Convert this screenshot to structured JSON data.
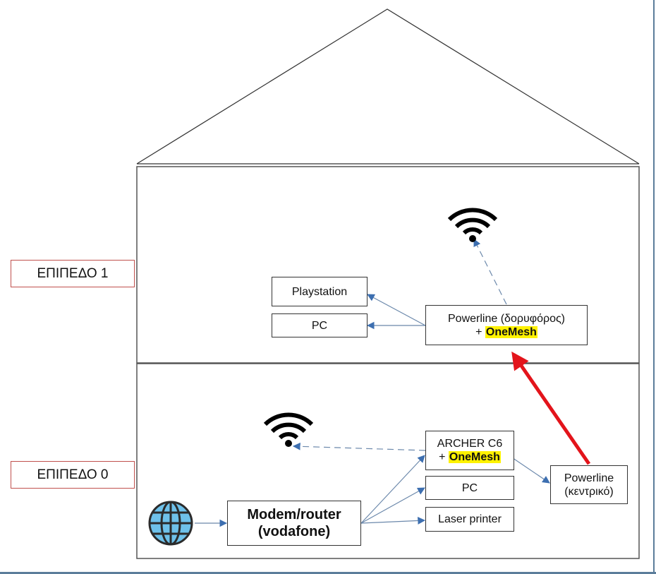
{
  "levels": [
    {
      "label": "ΕΠΙΠΕΔΟ 1"
    },
    {
      "label": "ΕΠΙΠΕΔΟ 0"
    }
  ],
  "upper_floor": {
    "playstation": "Playstation",
    "pc": "PC",
    "powerline_satellite": {
      "line1": "Powerline (δορυφόρος)",
      "prefix": "+ ",
      "highlight": "OneMesh"
    }
  },
  "ground_floor": {
    "archer": {
      "line1": "ARCHER C6",
      "prefix": "+ ",
      "highlight": "OneMesh"
    },
    "pc": "PC",
    "printer": "Laser printer",
    "modem": {
      "line1": "Modem/router",
      "line2": "(vodafone)"
    },
    "powerline_main": {
      "line1": "Powerline",
      "line2": "(κεντρικό)"
    }
  },
  "colors": {
    "arrow_blue": "#3d6fb0",
    "powerline_link": "#e3141b",
    "highlight": "#fff200",
    "level_border": "#c0504d",
    "globe_fill": "#6ec1ea"
  },
  "icons": [
    "wifi-icon",
    "globe-icon"
  ]
}
